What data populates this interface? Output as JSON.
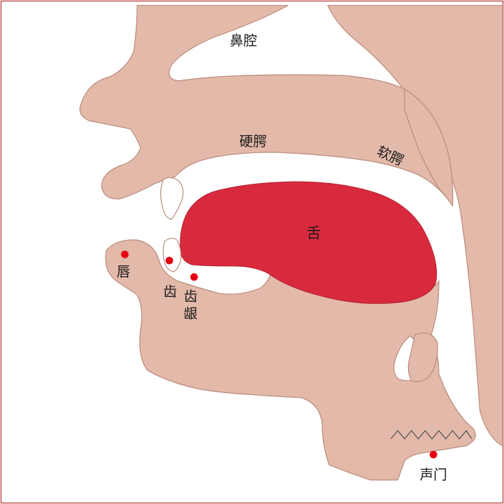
{
  "labels": {
    "nasal_cavity": "鼻腔",
    "hard_palate": "硬腭",
    "soft_palate": "软腭",
    "tongue": "舌",
    "lip": "唇",
    "teeth": "齿",
    "alveolar_ridge": "齿龈",
    "glottis": "声门"
  },
  "colors": {
    "tissue": "#e3b9aa",
    "tissue_edge": "#b88a7b",
    "tongue": "#d92a3d",
    "point": "#e60012",
    "frame": "#c0504d",
    "background": "#ffffff"
  },
  "points_of_articulation": [
    "lip",
    "teeth",
    "alveolar_ridge",
    "glottis"
  ]
}
